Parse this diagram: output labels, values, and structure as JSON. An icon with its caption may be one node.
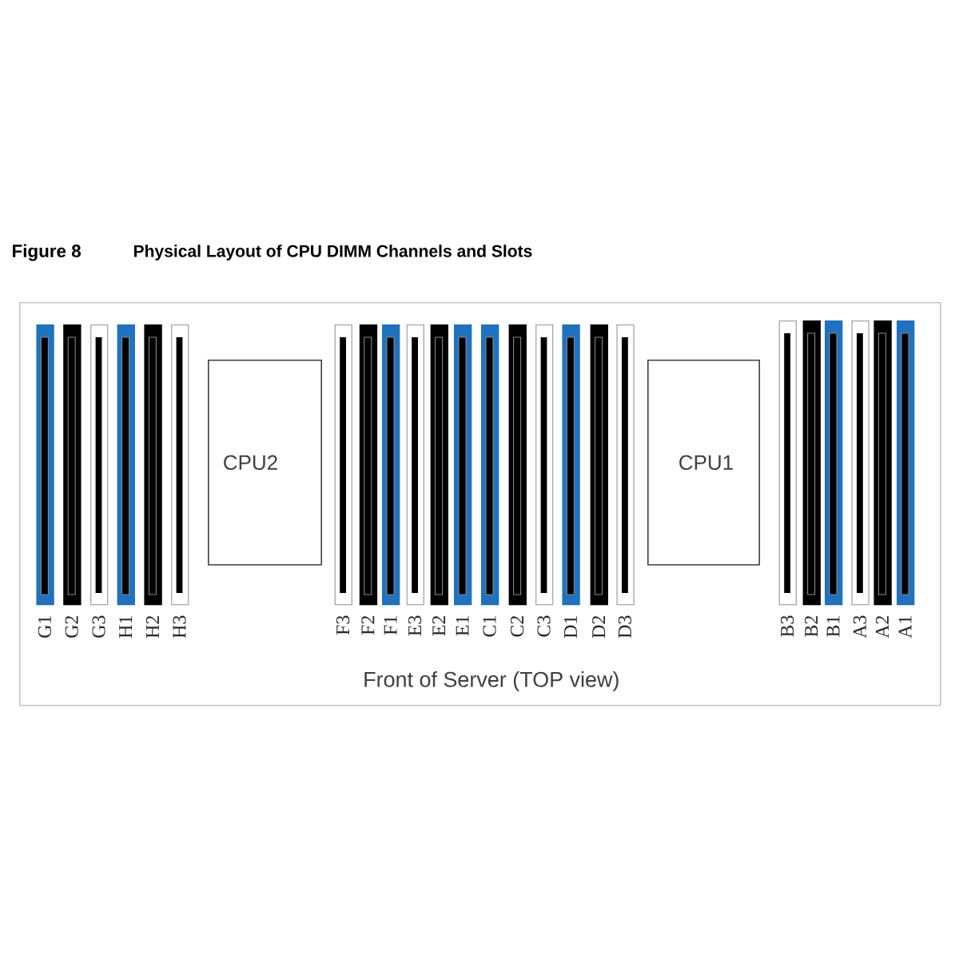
{
  "diagram": {
    "title": "Physical Layout of CPU DIMM Channels and Slots",
    "nodes": [
      {
        "text": [
          "Front of Server (TOP view)"
        ]
      },
      {
        "text": [],
        "shape": "bar",
        "in": 0,
        "beside": [
          "G1"
        ]
      },
      {
        "text": [],
        "shape": "bar",
        "in": 0,
        "beside": [
          "G2"
        ]
      },
      {
        "text": [],
        "shape": "bar",
        "in": 0,
        "beside": [
          "G3"
        ]
      },
      {
        "text": [],
        "shape": "bar",
        "in": 0,
        "beside": [
          "H1"
        ]
      },
      {
        "text": [],
        "shape": "bar",
        "in": 0,
        "beside": [
          "H2"
        ]
      },
      {
        "text": [],
        "shape": "bar",
        "in": 0,
        "beside": [
          "H3"
        ]
      },
      {
        "text": [
          "CPU2"
        ],
        "in": 0
      },
      {
        "text": [],
        "shape": "bar",
        "in": 0,
        "beside": [
          "F3"
        ]
      },
      {
        "text": [],
        "shape": "bar",
        "in": 0,
        "beside": [
          "F2"
        ]
      },
      {
        "text": [],
        "shape": "bar",
        "in": 0,
        "beside": [
          "F1"
        ]
      },
      {
        "text": [],
        "shape": "bar",
        "in": 0,
        "beside": [
          "E3"
        ]
      },
      {
        "text": [],
        "shape": "bar",
        "in": 0,
        "beside": [
          "E2"
        ]
      },
      {
        "text": [],
        "shape": "bar",
        "in": 0,
        "beside": [
          "E1"
        ]
      },
      {
        "text": [],
        "shape": "bar",
        "in": 0,
        "beside": [
          "C1"
        ]
      },
      {
        "text": [],
        "shape": "bar",
        "in": 0,
        "beside": [
          "C2"
        ]
      },
      {
        "text": [],
        "shape": "bar",
        "in": 0,
        "beside": [
          "C3"
        ]
      },
      {
        "text": [],
        "shape": "bar",
        "in": 0,
        "beside": [
          "D1"
        ]
      },
      {
        "text": [],
        "shape": "bar",
        "in": 0,
        "beside": [
          "D2"
        ]
      },
      {
        "text": [],
        "shape": "bar",
        "in": 0,
        "beside": [
          "D3"
        ]
      },
      {
        "text": [
          "CPU1"
        ],
        "in": 0
      },
      {
        "text": [],
        "shape": "bar",
        "in": 0,
        "beside": [
          "B3"
        ]
      },
      {
        "text": [],
        "shape": "bar",
        "in": 0,
        "beside": [
          "B2"
        ]
      },
      {
        "text": [],
        "shape": "bar",
        "in": 0,
        "beside": [
          "B1"
        ]
      },
      {
        "text": [],
        "shape": "bar",
        "in": 0,
        "beside": [
          "A3"
        ]
      },
      {
        "text": [],
        "shape": "bar",
        "in": 0,
        "beside": [
          "A2"
        ]
      },
      {
        "text": [],
        "shape": "bar",
        "in": 0,
        "beside": [
          "A1"
        ]
      }
    ],
    "labels": [
      "Figure 8"
    ]
  }
}
